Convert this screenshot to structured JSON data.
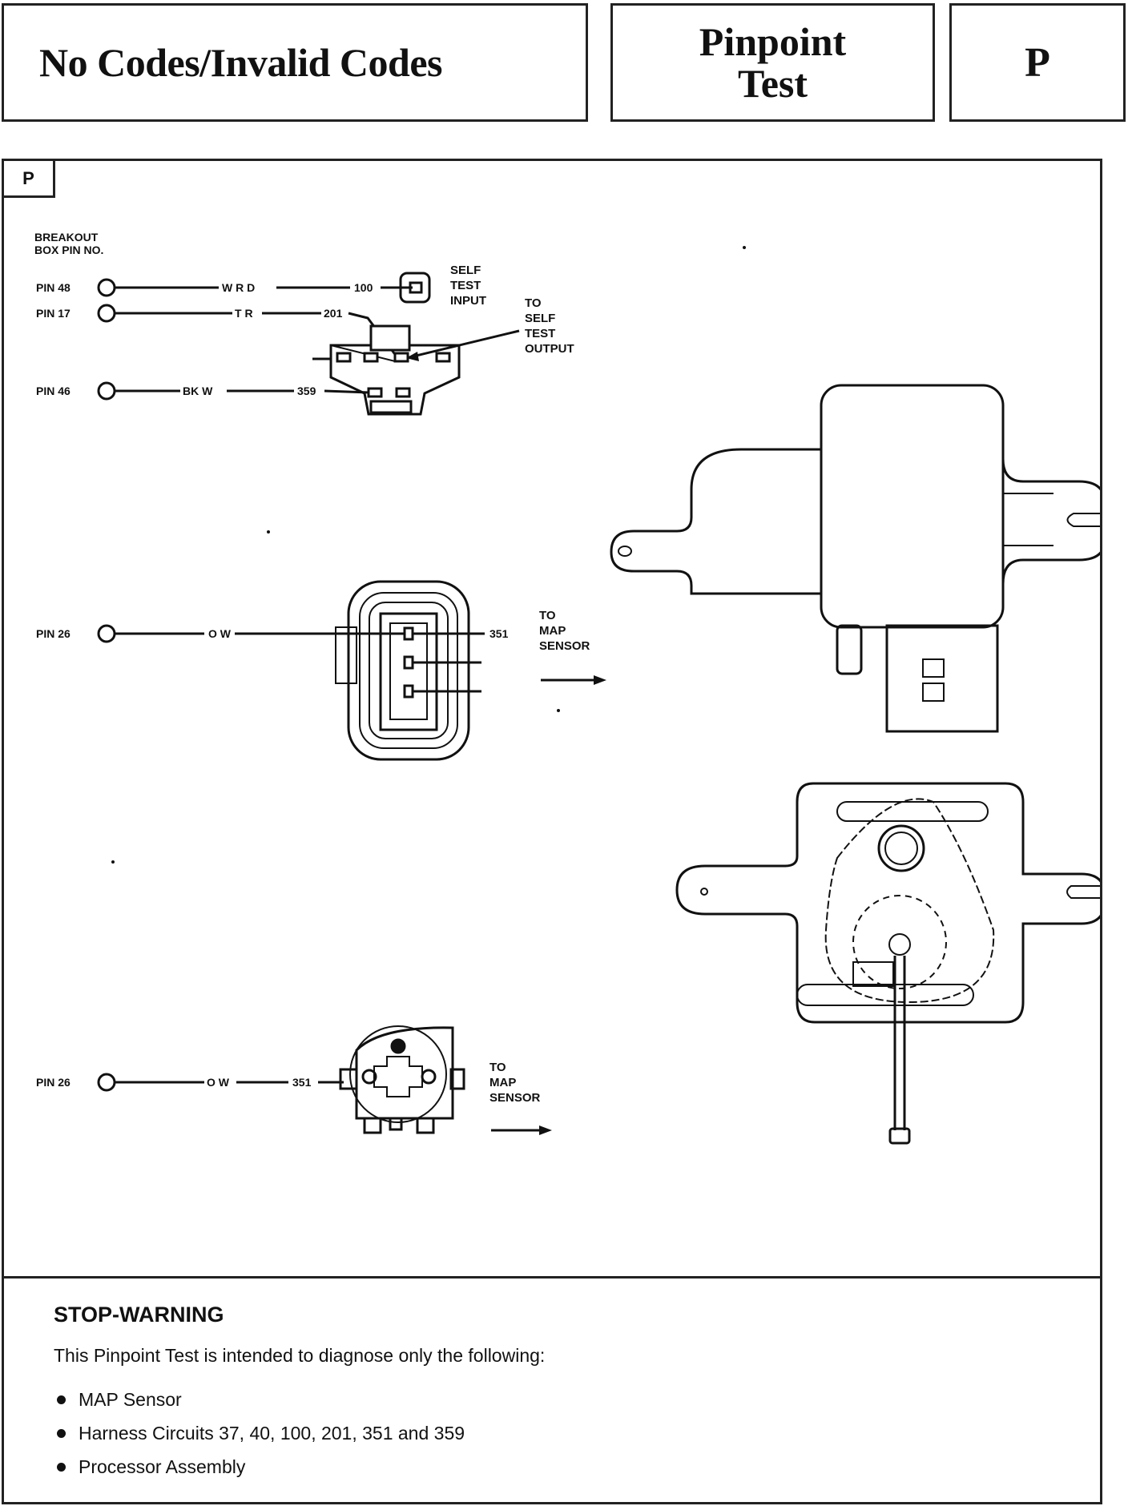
{
  "header": {
    "title": "No Codes/Invalid Codes",
    "test_line1": "Pinpoint",
    "test_line2": "Test",
    "code": "P"
  },
  "diagram": {
    "tag": "P",
    "breakout_line1": "BREAKOUT",
    "breakout_line2": "BOX PIN NO.",
    "pins": [
      {
        "pin": "PIN 48",
        "wire": "W R D",
        "circuit": "100"
      },
      {
        "pin": "PIN 17",
        "wire": "T R",
        "circuit": "201"
      },
      {
        "pin": "PIN 46",
        "wire": "BK W",
        "circuit": "359"
      },
      {
        "pin": "PIN 26",
        "wire": "O W",
        "circuit": "351"
      },
      {
        "pin": "PIN 26",
        "wire": "O W",
        "circuit": "351"
      }
    ],
    "self_test_input": [
      "SELF",
      "TEST",
      "INPUT"
    ],
    "self_test_output": [
      "TO",
      "SELF",
      "TEST",
      "OUTPUT"
    ],
    "map_sensor_label": [
      "TO",
      "MAP",
      "SENSOR"
    ]
  },
  "warning": {
    "heading": "STOP-WARNING",
    "intro": "This Pinpoint Test is intended to diagnose only the following:",
    "items": [
      "MAP Sensor",
      "Harness Circuits 37, 40, 100, 201, 351 and 359",
      "Processor Assembly"
    ]
  }
}
